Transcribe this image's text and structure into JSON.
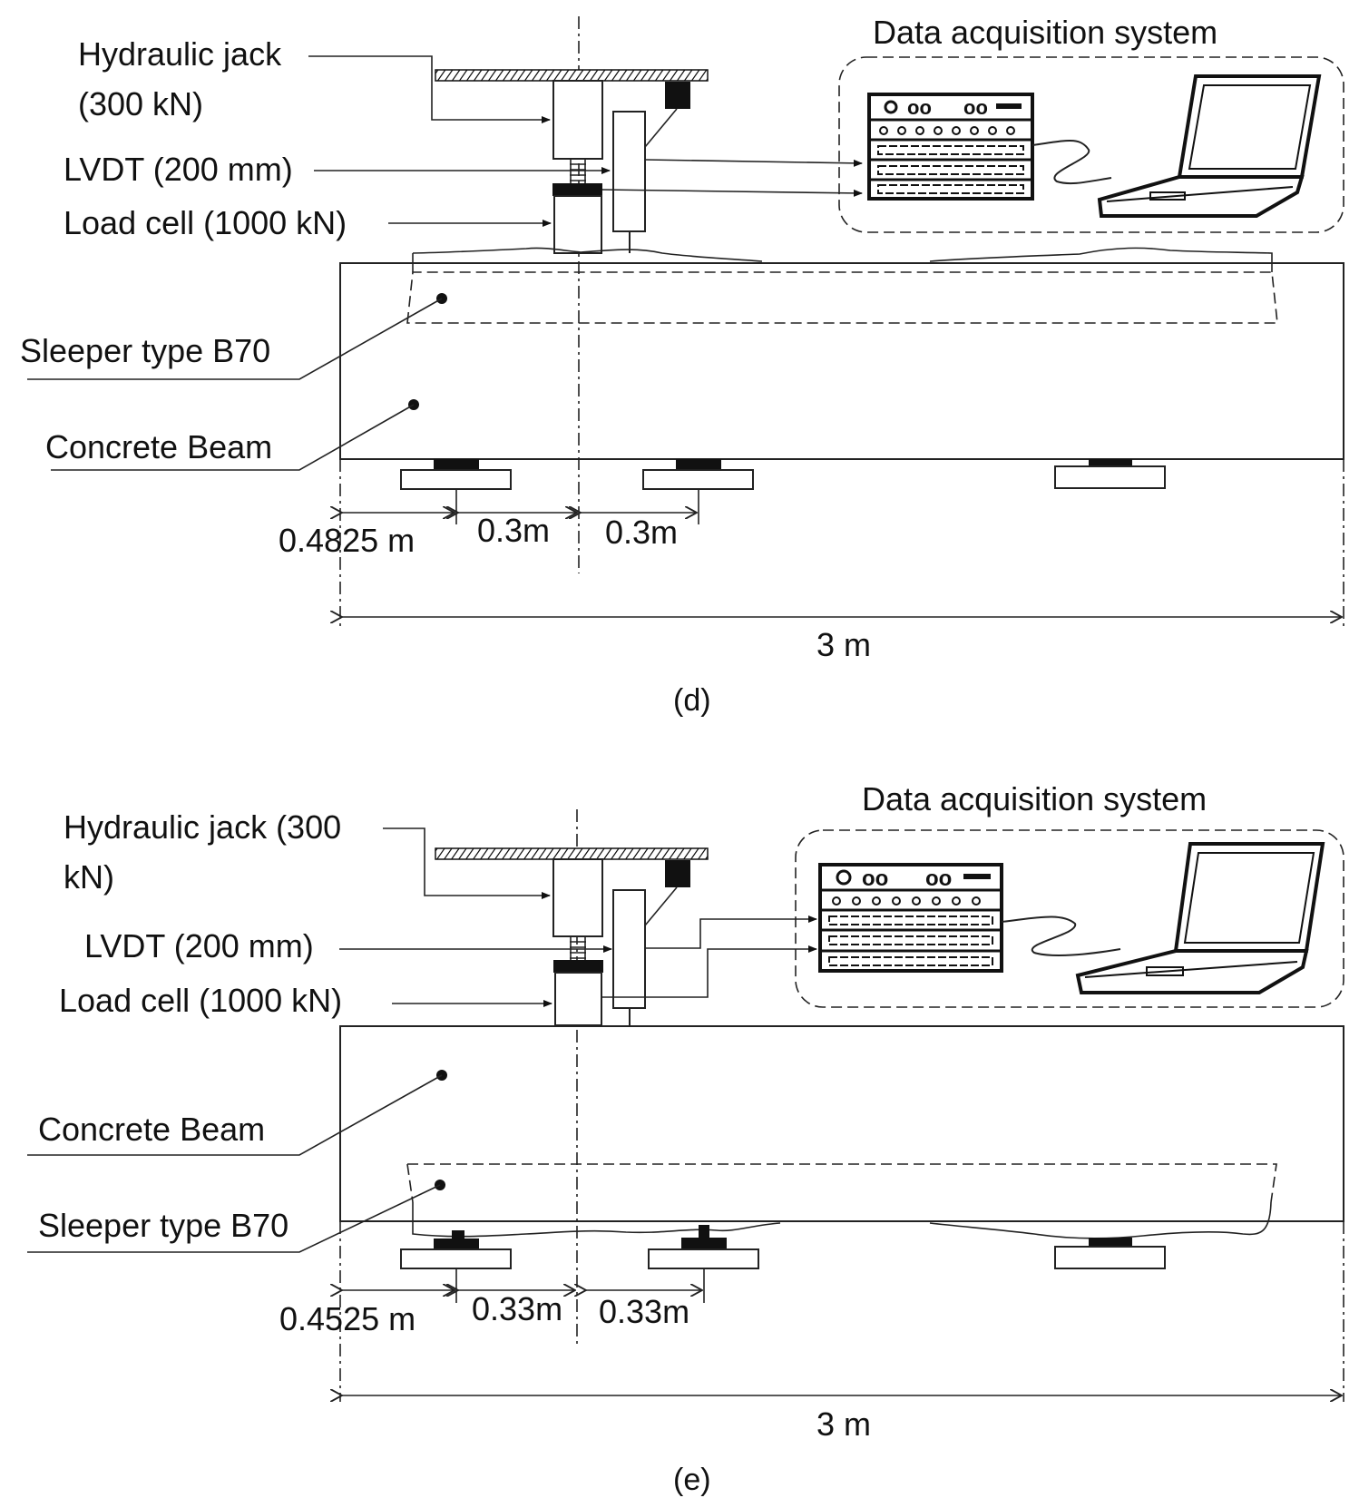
{
  "panel_d": {
    "caption": "(d)",
    "data_acquisition": "Data acquisition system",
    "hydraulic_jack_line1": "Hydraulic jack",
    "hydraulic_jack_line2": "(300 kN)",
    "lvdt": "LVDT (200 mm)",
    "load_cell": "Load cell (1000 kN)",
    "sleeper": "Sleeper type B70",
    "concrete_beam": "Concrete Beam",
    "dim_edge": "0.4825 m",
    "dim_left": "0.3m",
    "dim_right": "0.3m",
    "dim_total": "3 m"
  },
  "panel_e": {
    "caption": "(e)",
    "data_acquisition": "Data acquisition system",
    "hydraulic_jack_line1": "Hydraulic jack (300",
    "hydraulic_jack_line2": "kN)",
    "lvdt": "LVDT (200 mm)",
    "load_cell": "Load cell (1000 kN)",
    "concrete_beam": "Concrete Beam",
    "sleeper": "Sleeper type B70",
    "dim_edge": "0.4525 m",
    "dim_left": "0.33m",
    "dim_right": "0.33m",
    "dim_total": "3 m"
  }
}
